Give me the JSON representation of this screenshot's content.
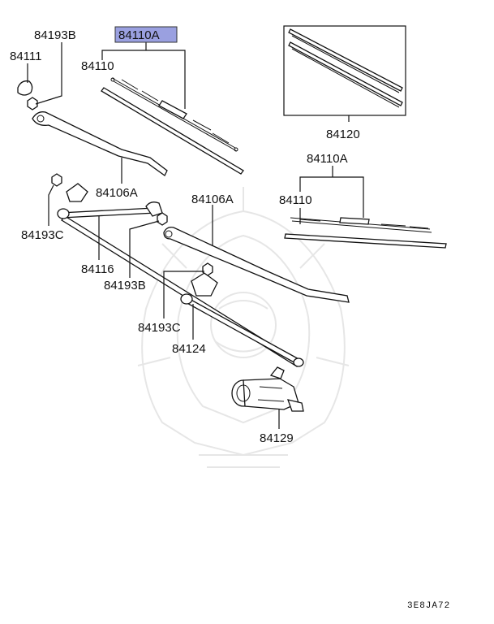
{
  "labels": {
    "highlight": "84110A",
    "l84193B_top": "84193B",
    "l84111": "84111",
    "l84110_left": "84110",
    "l84120": "84120",
    "l84110A_right": "84110A",
    "l84110_right": "84110",
    "l84106A_left": "84106A",
    "l84106A_right": "84106A",
    "l84193C_left": "84193C",
    "l84116": "84116",
    "l84193B_mid": "84193B",
    "l84193C_mid": "84193C",
    "l84124": "84124",
    "l84129": "84129"
  },
  "diagram_code": "3E8JA72",
  "colors": {
    "highlight_fill": "#9aa0e0",
    "line": "#111111",
    "watermark": "#e6e6e6"
  }
}
